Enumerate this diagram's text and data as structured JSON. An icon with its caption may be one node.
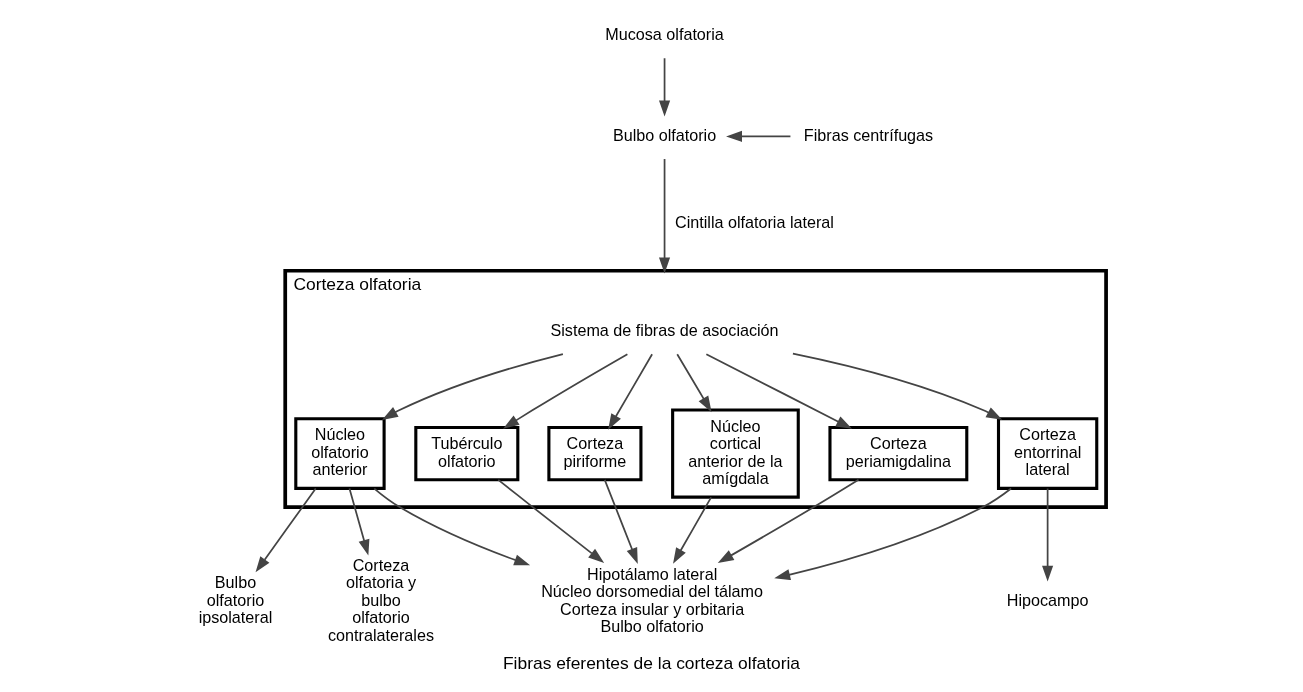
{
  "diagram": {
    "caption": "Fibras eferentes de la corteza olfatoria",
    "nodes": [
      {
        "text": [
          "Mucosa olfatoria"
        ]
      },
      {
        "text": [
          "Bulbo olfatorio"
        ]
      },
      {
        "text": [
          "Fibras centrífugas"
        ]
      },
      {
        "text": [
          "Corteza olfatoria"
        ]
      },
      {
        "text": [
          "Sistema de fibras de asociación"
        ],
        "in": 3
      },
      {
        "text": [
          "Núcleo olfatorio anterior"
        ],
        "in": 3
      },
      {
        "text": [
          "Tubérculo olfatorio"
        ],
        "in": 3
      },
      {
        "text": [
          "Corteza piriforme"
        ],
        "in": 3
      },
      {
        "text": [
          "Núcleo cortical anterior de la amígdala"
        ],
        "in": 3
      },
      {
        "text": [
          "Corteza periamigdalina"
        ],
        "in": 3
      },
      {
        "text": [
          "Corteza entorrinal lateral"
        ],
        "in": 3
      },
      {
        "text": [
          "Bulbo olfatorio ipsolateral"
        ]
      },
      {
        "text": [
          "Corteza olfatoria y bulbo olfatorio contralaterales"
        ]
      },
      {
        "text": [
          "Hipotálamo lateral",
          "Núcleo dorsomedial del tálamo",
          "Corteza insular y orbitaria",
          "Bulbo olfatorio"
        ]
      },
      {
        "text": [
          "Hipocampo"
        ]
      }
    ],
    "edges": [
      {
        "from": 0,
        "to": 1,
        "arrow": "to"
      },
      {
        "from": 2,
        "to": 1,
        "arrow": "to"
      },
      {
        "from": 1,
        "to": 3,
        "label": "Cintilla olfatoria lateral",
        "arrow": "to"
      },
      {
        "from": 4,
        "to": 5,
        "arrow": "to"
      },
      {
        "from": 4,
        "to": 6,
        "arrow": "to"
      },
      {
        "from": 4,
        "to": 7,
        "arrow": "to"
      },
      {
        "from": 4,
        "to": 8,
        "arrow": "to"
      },
      {
        "from": 4,
        "to": 9,
        "arrow": "to"
      },
      {
        "from": 4,
        "to": 10,
        "arrow": "to"
      },
      {
        "from": 5,
        "to": 11,
        "arrow": "to"
      },
      {
        "from": 5,
        "to": 12,
        "arrow": "to"
      },
      {
        "from": 5,
        "to": 13,
        "arrow": "to"
      },
      {
        "from": 6,
        "to": 13,
        "arrow": "to"
      },
      {
        "from": 7,
        "to": 13,
        "arrow": "to"
      },
      {
        "from": 8,
        "to": 13,
        "arrow": "to"
      },
      {
        "from": 9,
        "to": 13,
        "arrow": "to"
      },
      {
        "from": 10,
        "to": 13,
        "arrow": "to"
      },
      {
        "from": 10,
        "to": 14,
        "arrow": "to"
      }
    ]
  }
}
